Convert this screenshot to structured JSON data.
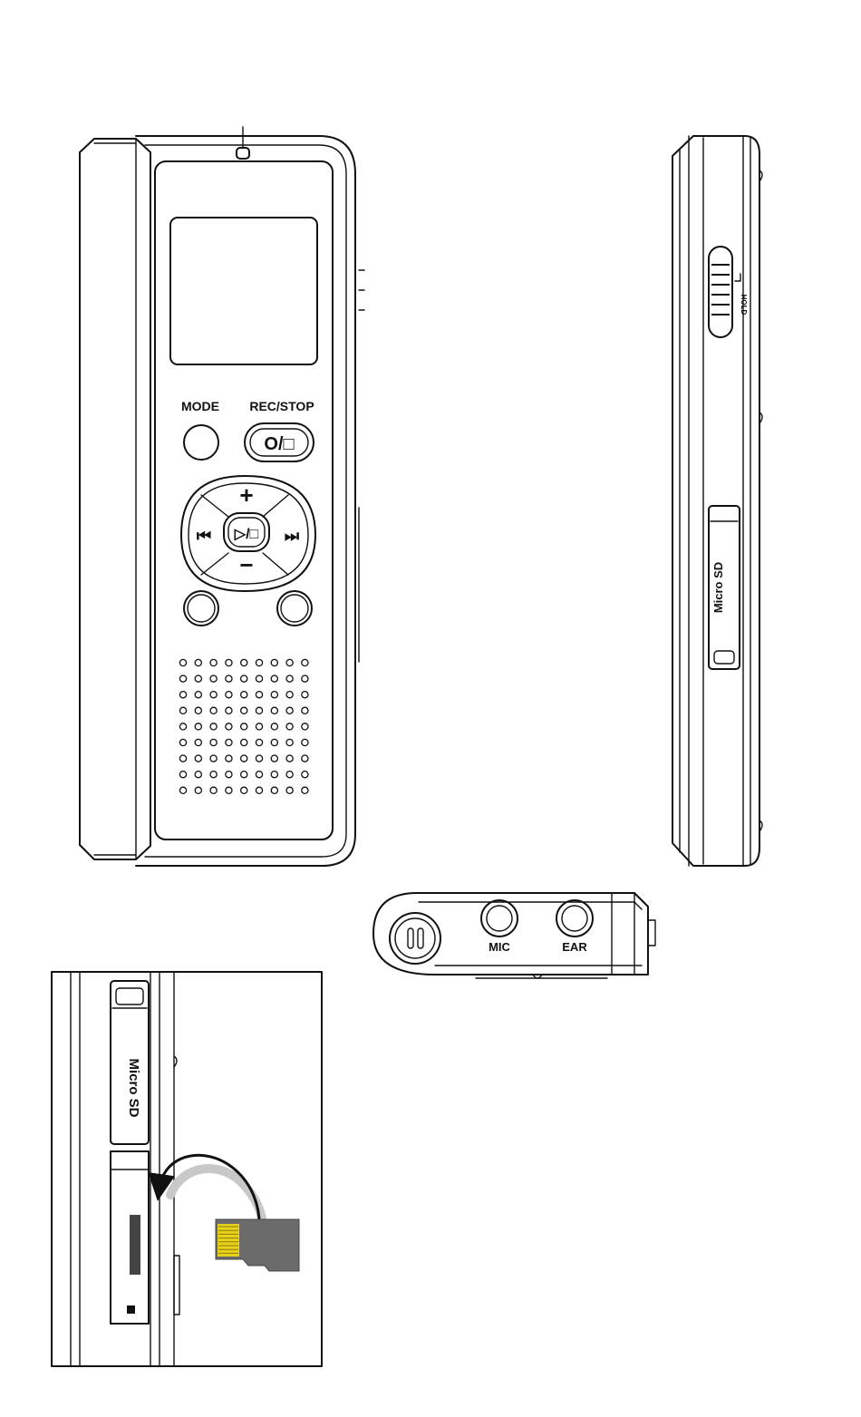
{
  "front": {
    "mode_label": "MODE",
    "rec_stop_label": "REC/STOP",
    "rec_stop_symbol": "O/□",
    "play_stop_symbol": "▷/□",
    "plus_symbol": "+",
    "minus_symbol": "−",
    "prev_symbol": "⏮",
    "next_symbol": "⏭"
  },
  "side": {
    "microsd_label": "Micro SD",
    "hold_label": "HOLD"
  },
  "bottom": {
    "mic_label": "MIC",
    "ear_label": "EAR"
  },
  "detail": {
    "microsd_label": "Micro SD"
  },
  "colors": {
    "line": "#111111",
    "card_body": "#6b6b6b",
    "card_contacts": "#e8d21c",
    "arrow": "#111111",
    "motion_trail": "#c8c8c8"
  }
}
